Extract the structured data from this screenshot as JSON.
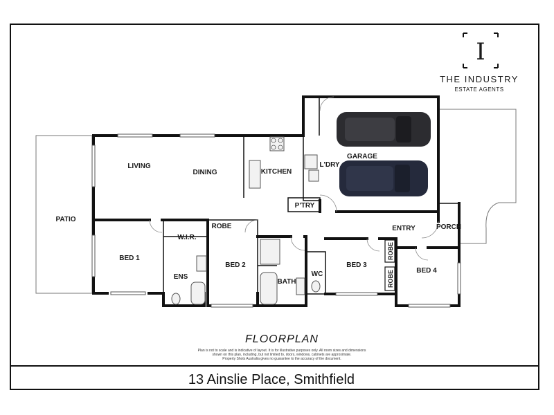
{
  "brand": {
    "letter": "I",
    "name": "THE INDUSTRY",
    "subtitle": "ESTATE AGENTS"
  },
  "rooms": {
    "patio": "PATIO",
    "living": "LIVING",
    "dining": "DINING",
    "kitchen": "KITCHEN",
    "laundry": "L'DRY",
    "garage": "GARAGE",
    "pantry": "P'TRY",
    "entry": "ENTRY",
    "porch": "PORCH",
    "bed1": "BED 1",
    "wir": "W.I.R.",
    "ensuite": "ENS",
    "robe_bed2": "ROBE",
    "bed2": "BED 2",
    "bath": "BATH",
    "wc": "WC",
    "bed3": "BED 3",
    "robe_bed3": "ROBE",
    "robe_bed4": "ROBE",
    "bed4": "BED 4"
  },
  "plan_title": "FLOORPLAN",
  "disclaimer": {
    "line1": "Plan is not to scale and is indicative of layout. It is for illustrative purposes only. All room sizes and dimensions",
    "line2": "shown on this plan, including, but not limited to, doors, windows, cabinets are approximate.",
    "line3": "Property Shots Australia gives no guarantee to the accuracy of the document."
  },
  "address": "13 Ainslie Place, Smithfield",
  "colors": {
    "wall": "#111111",
    "car": "#2c2c30",
    "car_blue": "#252a3c",
    "background": "#ffffff"
  },
  "icons": [
    "brand-logo-icon",
    "car-icon",
    "toilet-icon",
    "stove-icon",
    "sink-icon",
    "bathtub-icon"
  ]
}
